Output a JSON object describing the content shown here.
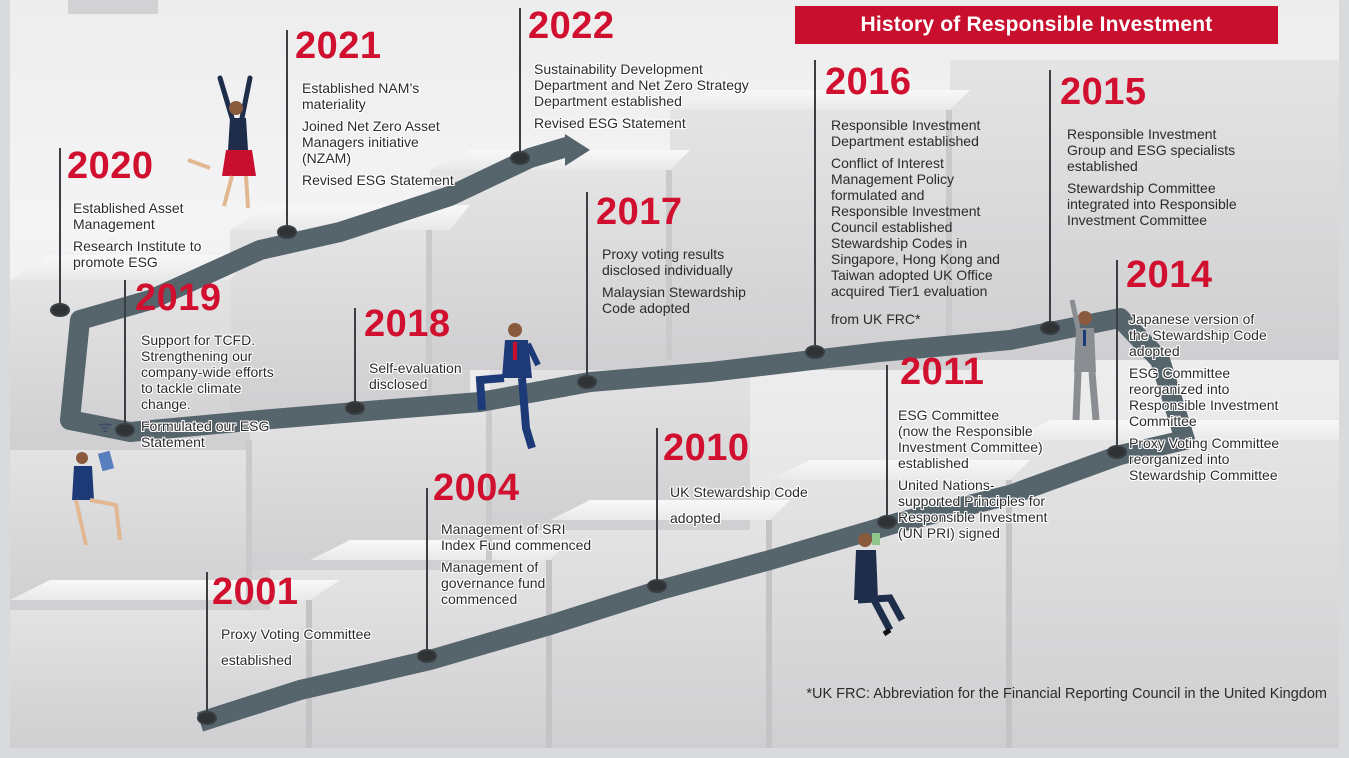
{
  "title": "History of Responsible Investment",
  "footnote": "*UK FRC: Abbreviation for the Financial Reporting Council in the United Kingdom",
  "colors": {
    "accent": "#c8102e",
    "path": "#56646c",
    "pole": "#3a3f43",
    "text": "#2b2b2b"
  },
  "milestones": {
    "y2001": {
      "year": "2001",
      "l1": "Proxy Voting Committee",
      "l2": "established"
    },
    "y2004": {
      "year": "2004",
      "l1": "Management of SRI",
      "l2": "Index Fund commenced",
      "l3": "Management of",
      "l4": "governance fund",
      "l5": "commenced"
    },
    "y2010": {
      "year": "2010",
      "l1": "UK Stewardship Code",
      "l2": "adopted"
    },
    "y2011": {
      "year": "2011",
      "l1": "ESG Committee",
      "l2": "(now the Responsible",
      "l3": "Investment Committee)",
      "l4": "established",
      "l5": "United Nations-",
      "l6": "supported Principles for",
      "l7": "Responsible Investment",
      "l8": "(UN PRI) signed"
    },
    "y2014": {
      "year": "2014",
      "l1": "Japanese version of",
      "l2": "the Stewardship Code",
      "l3": "adopted",
      "l4": "ESG Committee",
      "l5": "reorganized into",
      "l6": "Responsible Investment",
      "l7": "Committee",
      "l8": "Proxy Voting Committee",
      "l9": "reorganized into",
      "l10": "Stewardship Committee"
    },
    "y2015": {
      "year": "2015",
      "l1": "Responsible Investment",
      "l2": "Group and ESG specialists",
      "l3": "established",
      "l4": "Stewardship Committee",
      "l5": "integrated into Responsible",
      "l6": "Investment Committee"
    },
    "y2016": {
      "year": "2016",
      "l1": "Responsible Investment",
      "l2": "Department established",
      "l3": "Conflict of Interest",
      "l4": "Management Policy",
      "l5": "formulated and",
      "l6": "Responsible Investment",
      "l7": "Council established",
      "l8": "Stewardship Codes in",
      "l9": "Singapore, Hong Kong and",
      "l10": "Taiwan adopted UK Office",
      "l11": "acquired Tier1 evaluation",
      "l12": "from UK FRC*"
    },
    "y2017": {
      "year": "2017",
      "l1": "Proxy voting results",
      "l2": "disclosed individually",
      "l3": "Malaysian Stewardship",
      "l4": "Code adopted"
    },
    "y2018": {
      "year": "2018",
      "l1": "Self-evaluation",
      "l2": "disclosed"
    },
    "y2019": {
      "year": "2019",
      "l1": "Support for TCFD.",
      "l2": "Strengthening our",
      "l3": "company-wide efforts",
      "l4": "to tackle climate",
      "l5": "change.",
      "l6": "Formulated our ESG",
      "l7": "Statement"
    },
    "y2020": {
      "year": "2020",
      "l1": "Established Asset",
      "l2": "Management",
      "l3": "Research Institute to",
      "l4": "promote ESG"
    },
    "y2021": {
      "year": "2021",
      "l1": "Established NAM’s",
      "l2": "materiality",
      "l3": "Joined Net Zero Asset",
      "l4": "Managers initiative",
      "l5": "(NZAM)",
      "l6": "Revised ESG Statement"
    },
    "y2022": {
      "year": "2022",
      "l1": "Sustainability Development",
      "l2": "Department and Net Zero Strategy",
      "l3": "Department established",
      "l4": "Revised ESG Statement"
    }
  }
}
